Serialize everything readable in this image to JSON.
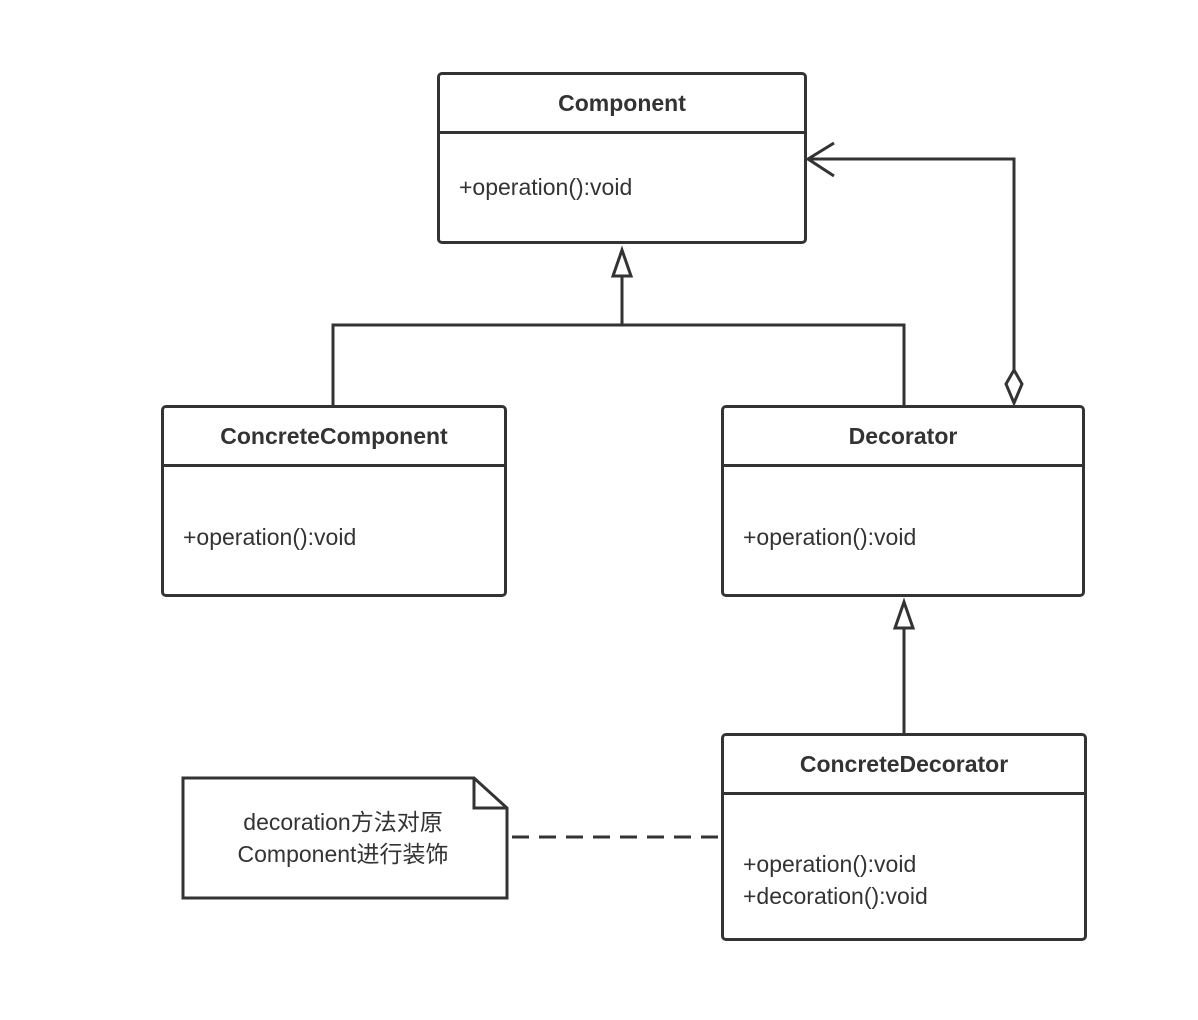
{
  "classes": {
    "component": {
      "name": "Component",
      "ops": [
        "+operation():void"
      ]
    },
    "concrete_component": {
      "name": "ConcreteComponent",
      "ops": [
        "+operation():void"
      ]
    },
    "decorator": {
      "name": "Decorator",
      "ops": [
        "+operation():void"
      ]
    },
    "concrete_decorator": {
      "name": "ConcreteDecorator",
      "ops": [
        "+operation():void",
        "+decoration():void"
      ]
    }
  },
  "note": {
    "lines": [
      "decoration方法对原",
      "Component进行装饰"
    ]
  },
  "colors": {
    "stroke": "#333333",
    "background": "#ffffff"
  }
}
